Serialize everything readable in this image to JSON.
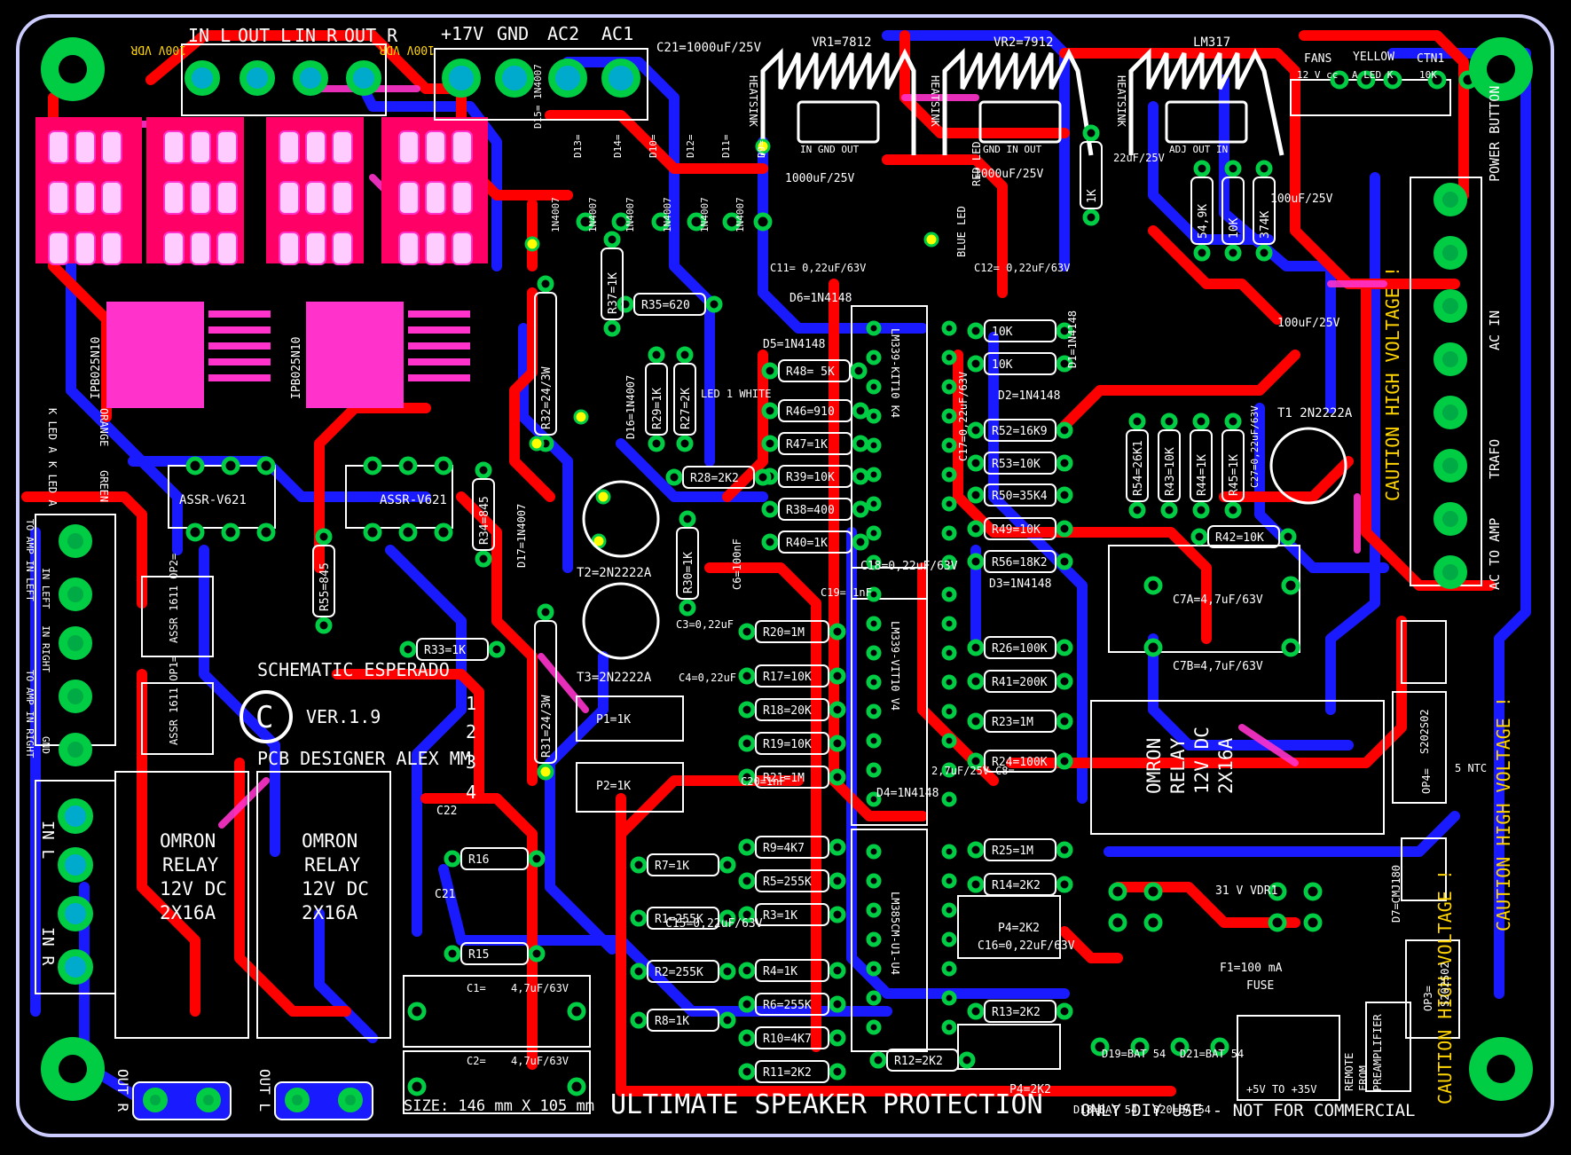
{
  "board": {
    "title": "ULTIMATE SPEAKER PROTECTION",
    "size": "SIZE: 146 mm X 105 mm",
    "schematic": "SCHEMATIC  ESPERADO",
    "version": "VER.1.9",
    "designer": "PCB DESIGNER  ALEX MM",
    "copyright": "C",
    "license": "ONLY DIY USE - NOT FOR COMMERCIAL",
    "caution": "CAUTION HIGH VOLTAGE !",
    "colors": {
      "background": "#000000",
      "outline": "#ccccff",
      "top_copper": "#ff0000",
      "bottom_copper": "#1a1aff",
      "overlap": "#ff33cc",
      "pad": "#00cc44",
      "via": "#ffff00",
      "silk": "#ffffff",
      "silk_yellow": "#ffd400"
    }
  },
  "connectors": {
    "audio_top": [
      "IN L",
      "OUT L",
      "IN R",
      "OUT R"
    ],
    "power_top": [
      "+17V",
      "GND",
      "AC2",
      "AC1"
    ],
    "vdr_left": "100V VDR",
    "vdr_right": "100V VDR",
    "fans": "FANS",
    "fans_sub": "12 V cc",
    "yellow": "YELLOW",
    "yellow_sub": "A LED K",
    "ctn": "CTN1",
    "ctn_sub": "10K",
    "power_button": "POWER BUTTON",
    "ac_in": "AC IN",
    "trafo": "TRAFO",
    "ac_to_amp": "AC TO AMP",
    "left_terminals": [
      "TO AMP IN LEFT",
      "IN LEFT",
      "IN RIGHT",
      "TO AMP IN RIGHT",
      "GND"
    ],
    "in_l": "IN L",
    "in_r": "IN R",
    "out_r": "OUT R",
    "out_l": "OUT L",
    "led_labels": [
      "K LED A",
      "K LED A"
    ],
    "led_colors": [
      "ORANGE",
      "GREEN"
    ],
    "remote": [
      "REMOTE",
      "FROM",
      "PREAMPLIFIER"
    ],
    "remote_range": "+5V TO +35V"
  },
  "regulators": [
    {
      "name": "VR1=7812",
      "pins": "IN   GND   OUT"
    },
    {
      "name": "VR2=7912",
      "pins": "GND   IN   OUT"
    },
    {
      "name": "LM317",
      "pins": "ADJ  OUT   IN"
    }
  ],
  "heatsink": "HEATSINK",
  "mosfets": [
    "IPB025N10",
    "IPB025N10"
  ],
  "ssr": [
    "ASSR-V621",
    "ASSR-V621"
  ],
  "opto": [
    "ASSR 1611 OP2=",
    "ASSR 1611 OP1="
  ],
  "relays": [
    {
      "lines": [
        "OMRON",
        "RELAY",
        "12V DC",
        "2X16A"
      ]
    },
    {
      "lines": [
        "OMRON",
        "RELAY",
        "12V DC",
        "2X16A"
      ]
    },
    {
      "lines": [
        "OMRON",
        "RELAY",
        "12V DC",
        "2X16A"
      ]
    }
  ],
  "ics": [
    "LM339-KIT10 K4",
    "LM339-VIT10 V4",
    "LM385CM-U1-U4"
  ],
  "transistors": [
    "T1 2N2222A",
    "T2=2N2222A",
    "T3=2N2222A"
  ],
  "diodes_top": [
    "D15= 1N4007",
    "D13=",
    "D14=",
    "D10=",
    "D12=",
    "D11=",
    "D9="
  ],
  "diode_type": "1N4007",
  "caps": {
    "c21": "C21=1000uF/25V",
    "c9": "1000uF/25V",
    "c10": "1000uF/25V",
    "c11": "C11= 0,22uF/63V",
    "c12": "C12= 0,22uF/63V",
    "c22uF": "22uF/25V",
    "c100a": "100uF/25V",
    "c100b": "100uF/25V",
    "c7a": "C7A=4,7uF/63V",
    "c7b": "C7B=4,7uF/63V",
    "c1": "C1=",
    "c1v": "4,7uF/63V",
    "c2": "C2=",
    "c2v": "4,7uF/63V",
    "c15": "C15=0,22uF/63V",
    "c16": "C16=0,22uF/63V",
    "c17": "C17=0,22uF/63V",
    "c18": "C18=0,22uF/63V",
    "c8": "C8=",
    "c8v": "2,7uF/25V",
    "c19": "C19= 1nF",
    "c20": "C20=1nF",
    "c3": "C3=0,22uF",
    "c4": "C4=0,22uF",
    "c6": "C6=100nF",
    "c27": "C27=0,22uF/63V",
    "c22": "C22",
    "c21b": "C21"
  },
  "resistors_mid": [
    "R46=910",
    "R47=1K",
    "R39=10K",
    "R38=400",
    "R40=1K"
  ],
  "resistors_low": [
    "R20=1M",
    "R17=10K",
    "R18=20K",
    "R19=10K",
    "R21=1M"
  ],
  "resistors_bot": [
    "R9=4K7",
    "R5=255K",
    "R3=1K",
    "R4=1K",
    "R6=255K",
    "R10=4K7",
    "R11=2K2"
  ],
  "resistors_left_bot": [
    "R7=1K",
    "R1=255K",
    "R2=255K",
    "R8=1K"
  ],
  "resistors_right": [
    "10K",
    "10K"
  ],
  "resistors_right2": [
    "R52=16K9",
    "R53=10K",
    "R50=35K4",
    "R49=10K",
    "R56=18K2"
  ],
  "resistors_right3": [
    "R26=100K",
    "R41=200K",
    "R23=1M",
    "R24=100K"
  ],
  "resistors_right4": [
    "R25=1M",
    "R14=2K2"
  ],
  "resistors_misc": {
    "r35": "R35=620",
    "r48": "R48= 5K",
    "r28": "R28=2K2",
    "r33": "R33=1K",
    "r34": "R34=845",
    "r55": "R55=845",
    "r32": "R32=24/3W",
    "r31": "R31=24/3W",
    "r37": "R37=1K",
    "r29": "R29=1K",
    "r27": "R27=2K",
    "r30": "R30=1K",
    "r42": "R42=10K",
    "r54": "R54=26K1",
    "r43": "R43=10K",
    "r44": "R44=1K",
    "r45": "R45=1K",
    "r12": "R12=2K2",
    "r13": "R13=2K2",
    "r16": "R16",
    "r15": "R15",
    "p1": "P1=1K",
    "p2": "P2=1K",
    "p4": "P4=2K2",
    "r549k": "54,9K",
    "r10k": "10K",
    "r374k": "374K",
    "r1k": "1K"
  },
  "diodes_small": [
    "D6=1N4148",
    "D5=1N4148",
    "D2=1N4148",
    "D3=1N4148",
    "D4=1N4148",
    "D1=1N4148"
  ],
  "diodes_misc": {
    "d16": "D16=1N4007",
    "d17": "D17=1N4007",
    "d7": "D7=CMJ180",
    "d19": "D19=BAT 54",
    "d21": "D21=BAT 54",
    "d18": "D18=BAT 54",
    "d20": "D20=BAT54"
  },
  "leds": {
    "led1": "LED 1 WHITE",
    "blue_led": "BLUE LED",
    "red_led": "RED LED"
  },
  "protection": {
    "vdr": "31 V VDR1",
    "fuse": "F1=100 mA",
    "fuse_label": "FUSE",
    "ntc": "5 NTC",
    "s202": "S202S02",
    "op": "OP4=",
    "op3": "OP3="
  },
  "pin_numbers": [
    "1",
    "2",
    "3",
    "4"
  ]
}
